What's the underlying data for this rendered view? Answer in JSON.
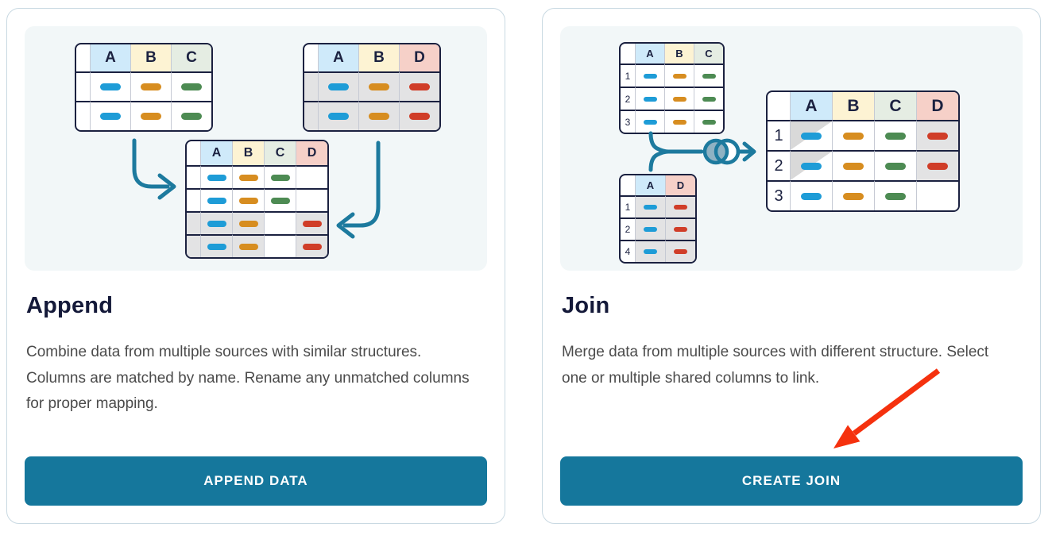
{
  "palette": {
    "teal_line": "#1d7a9e",
    "navy": "#1b2140",
    "title_color": "#141939",
    "body_text": "#4b4b4b",
    "button_bg": "#15779c",
    "button_text": "#ffffff",
    "card_border": "#c9d9e2",
    "panel_bg": "#f2f7f8",
    "red_arrow": "#f5310e",
    "venn_fill": "#8fb2c3",
    "gray_row": "#e3e3e4",
    "diag_gray": "#d9d9d9",
    "pill_blue": "#1e9cd7",
    "pill_orange": "#d78d20",
    "pill_green": "#4d8b53",
    "pill_red": "#d03d28",
    "header_a": "#cfeafa",
    "header_b": "#fdf3d3",
    "header_c": "#e5ede3",
    "header_d": "#f6d0c8"
  },
  "append_card": {
    "title": "Append",
    "description": "Combine data from multiple sources with similar structures. Columns are matched by name. Rename any unmatched columns for proper mapping.",
    "button_label": "APPEND DATA",
    "tables": {
      "source_left": {
        "headers": [
          {
            "label": "A",
            "bg": "header_a"
          },
          {
            "label": "B",
            "bg": "header_b"
          },
          {
            "label": "C",
            "bg": "header_c"
          }
        ],
        "rows": [
          {
            "label": "",
            "bg": "white",
            "cells": [
              {
                "pill": "pill_blue"
              },
              {
                "pill": "pill_orange"
              },
              {
                "pill": "pill_green"
              }
            ]
          },
          {
            "label": "",
            "bg": "white",
            "cells": [
              {
                "pill": "pill_blue"
              },
              {
                "pill": "pill_orange"
              },
              {
                "pill": "pill_green"
              }
            ]
          }
        ]
      },
      "source_right": {
        "headers": [
          {
            "label": "A",
            "bg": "header_a"
          },
          {
            "label": "B",
            "bg": "header_b"
          },
          {
            "label": "D",
            "bg": "header_d"
          }
        ],
        "rows": [
          {
            "label": "",
            "label_bg": "gray",
            "bg": "gray",
            "cells": [
              {
                "pill": "pill_blue"
              },
              {
                "pill": "pill_orange"
              },
              {
                "pill": "pill_red"
              }
            ]
          },
          {
            "label": "",
            "label_bg": "gray",
            "bg": "gray",
            "cells": [
              {
                "pill": "pill_blue"
              },
              {
                "pill": "pill_orange"
              },
              {
                "pill": "pill_red"
              }
            ]
          }
        ]
      },
      "result": {
        "headers": [
          {
            "label": "A",
            "bg": "header_a"
          },
          {
            "label": "B",
            "bg": "header_b"
          },
          {
            "label": "C",
            "bg": "header_c"
          },
          {
            "label": "D",
            "bg": "header_d"
          }
        ],
        "rows": [
          {
            "label": "",
            "bg": "white",
            "cells": [
              {
                "pill": "pill_blue"
              },
              {
                "pill": "pill_orange"
              },
              {
                "pill": "pill_green"
              },
              {}
            ]
          },
          {
            "label": "",
            "bg": "white",
            "cells": [
              {
                "pill": "pill_blue"
              },
              {
                "pill": "pill_orange"
              },
              {
                "pill": "pill_green"
              },
              {}
            ]
          },
          {
            "label": "",
            "label_bg": "gray",
            "bg": "gray",
            "cells": [
              {
                "pill": "pill_blue"
              },
              {
                "pill": "pill_orange"
              },
              {
                "bg": "white"
              },
              {
                "pill": "pill_red"
              }
            ]
          },
          {
            "label": "",
            "label_bg": "gray",
            "bg": "gray",
            "cells": [
              {
                "pill": "pill_blue"
              },
              {
                "pill": "pill_orange"
              },
              {
                "bg": "white"
              },
              {
                "pill": "pill_red"
              }
            ]
          }
        ]
      }
    }
  },
  "join_card": {
    "title": "Join",
    "description": "Merge data from multiple sources with different structure. Select one or multiple shared columns to link.",
    "button_label": "CREATE JOIN",
    "tables": {
      "source_top": {
        "headers": [
          {
            "label": "A",
            "bg": "header_a"
          },
          {
            "label": "B",
            "bg": "header_b"
          },
          {
            "label": "C",
            "bg": "header_c"
          }
        ],
        "rows": [
          {
            "label": "1",
            "bg": "white",
            "cells": [
              {
                "pill": "pill_blue"
              },
              {
                "pill": "pill_orange"
              },
              {
                "pill": "pill_green"
              }
            ]
          },
          {
            "label": "2",
            "bg": "white",
            "cells": [
              {
                "pill": "pill_blue"
              },
              {
                "pill": "pill_orange"
              },
              {
                "pill": "pill_green"
              }
            ]
          },
          {
            "label": "3",
            "bg": "white",
            "cells": [
              {
                "pill": "pill_blue"
              },
              {
                "pill": "pill_orange"
              },
              {
                "pill": "pill_green"
              }
            ]
          }
        ]
      },
      "source_bottom": {
        "headers": [
          {
            "label": "A",
            "bg": "header_a"
          },
          {
            "label": "D",
            "bg": "header_d"
          }
        ],
        "rows": [
          {
            "label": "1",
            "bg": "gray",
            "cells": [
              {
                "pill": "pill_blue"
              },
              {
                "pill": "pill_red"
              }
            ]
          },
          {
            "label": "2",
            "bg": "gray",
            "cells": [
              {
                "pill": "pill_blue"
              },
              {
                "pill": "pill_red"
              }
            ]
          },
          {
            "label": "4",
            "bg": "gray",
            "cells": [
              {
                "pill": "pill_blue"
              },
              {
                "pill": "pill_red"
              }
            ]
          }
        ]
      },
      "result": {
        "headers": [
          {
            "label": "A",
            "bg": "header_a"
          },
          {
            "label": "B",
            "bg": "header_b"
          },
          {
            "label": "C",
            "bg": "header_c"
          },
          {
            "label": "D",
            "bg": "header_d"
          }
        ],
        "rows": [
          {
            "label": "1",
            "bg": "white",
            "cells": [
              {
                "pill": "pill_blue",
                "bg": "diag"
              },
              {
                "pill": "pill_orange"
              },
              {
                "pill": "pill_green"
              },
              {
                "pill": "pill_red",
                "bg": "gray"
              }
            ]
          },
          {
            "label": "2",
            "bg": "white",
            "cells": [
              {
                "pill": "pill_blue",
                "bg": "diag"
              },
              {
                "pill": "pill_orange"
              },
              {
                "pill": "pill_green"
              },
              {
                "pill": "pill_red",
                "bg": "gray"
              }
            ]
          },
          {
            "label": "3",
            "bg": "white",
            "cells": [
              {
                "pill": "pill_blue"
              },
              {
                "pill": "pill_orange"
              },
              {
                "pill": "pill_green"
              },
              {}
            ]
          }
        ]
      }
    }
  }
}
